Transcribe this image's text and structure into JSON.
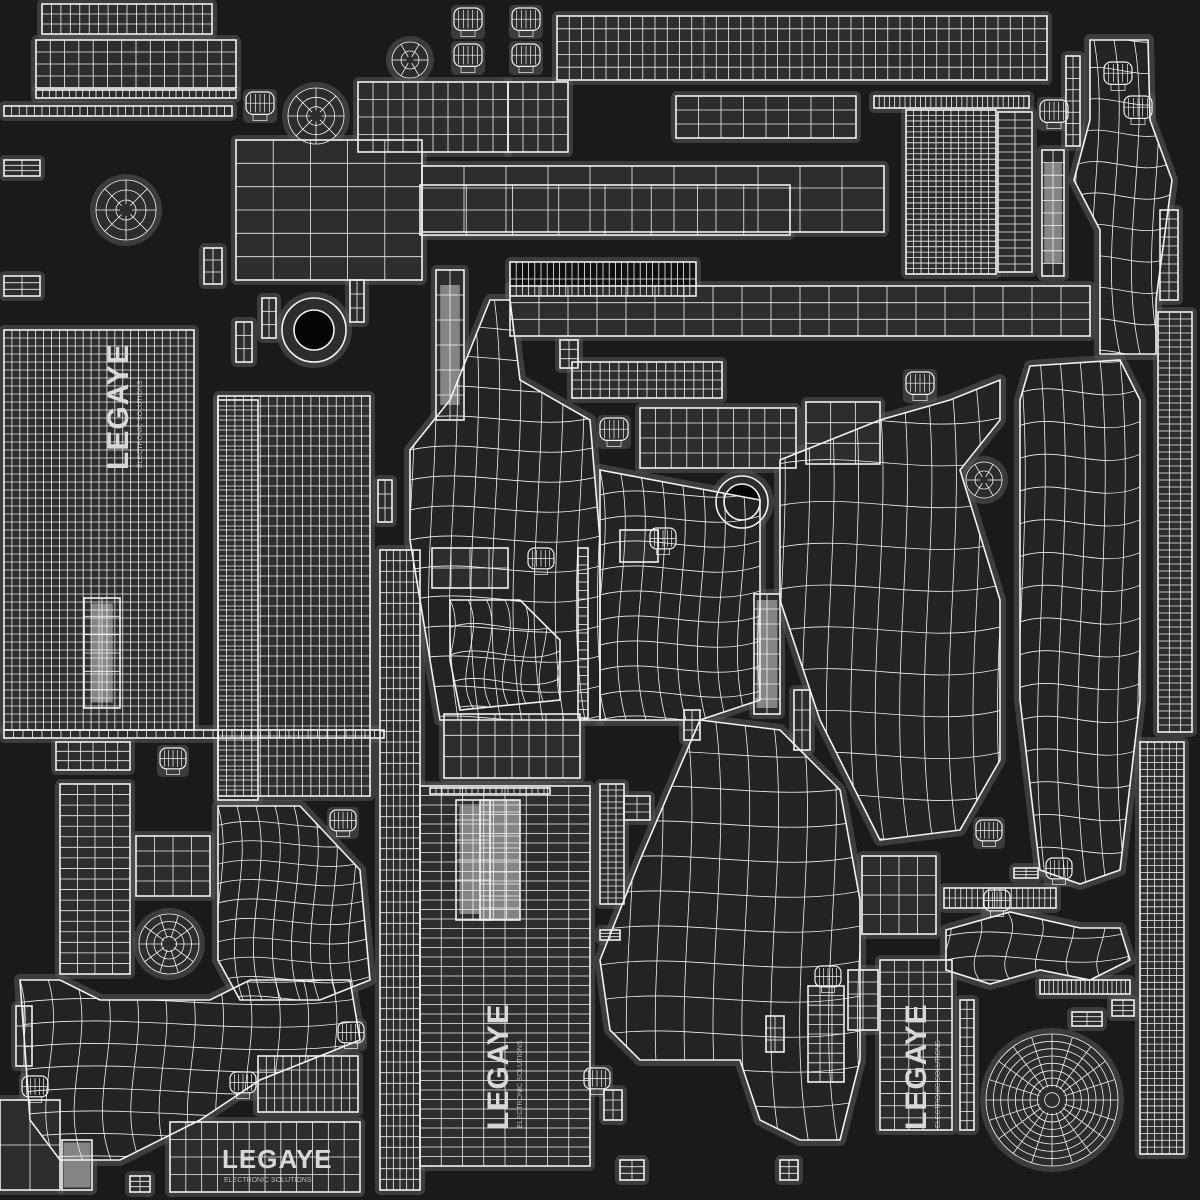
{
  "image": {
    "kind": "uv-texture-wireframe",
    "background": "#1a1a1a",
    "island_fill": "#2d2d2d",
    "island_fill_alt": "#232323",
    "halo": "#5a5a5a",
    "wire": "#f2f2f2",
    "highlight": "#9a9a9a"
  },
  "logos": [
    {
      "text": "LEGAYE",
      "sub": "ELECTRONIC SOLUTIONS"
    },
    {
      "text": "LEGAYE",
      "sub": "ELECTRONIC SOLUTIONS"
    },
    {
      "text": "LEGAYE",
      "sub": "ELECTRONIC SOLUTIONS"
    },
    {
      "text": "LEGAYE",
      "sub": "ELECTRONIC SOLUTIONS"
    }
  ]
}
